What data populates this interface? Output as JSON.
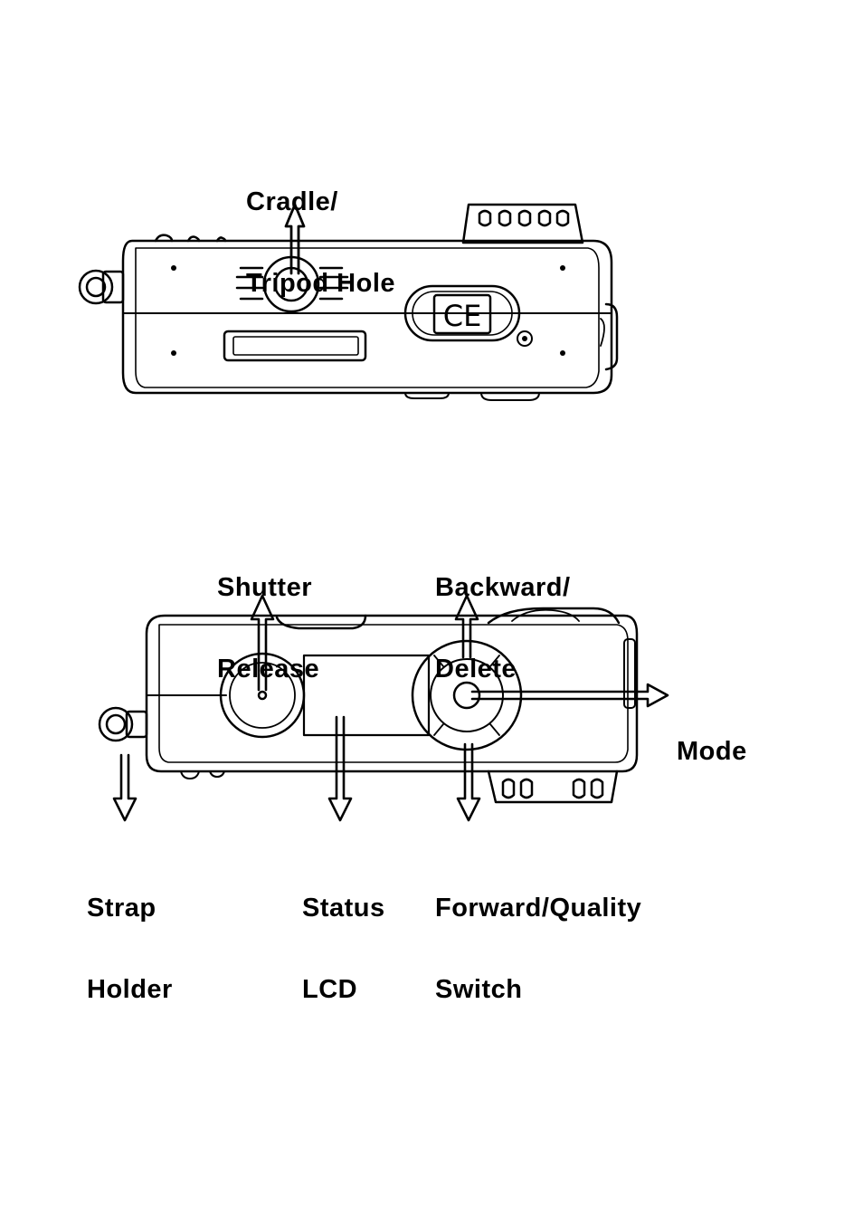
{
  "diagrams": {
    "bottom_view": {
      "labels": {
        "tripod": {
          "line1": "Cradle/",
          "line2": "Tripod Hole"
        }
      },
      "ce_mark": "CE"
    },
    "top_view": {
      "labels": {
        "shutter": {
          "line1": "Shutter",
          "line2": "Release"
        },
        "backward": {
          "line1": "Backward/",
          "line2": "Delete"
        },
        "mode": {
          "line1": "Mode"
        },
        "strap": {
          "line1": "Strap",
          "line2": "Holder"
        },
        "status": {
          "line1": "Status",
          "line2": "LCD"
        },
        "forward": {
          "line1": "Forward/Quality",
          "line2": "Switch"
        }
      }
    }
  }
}
